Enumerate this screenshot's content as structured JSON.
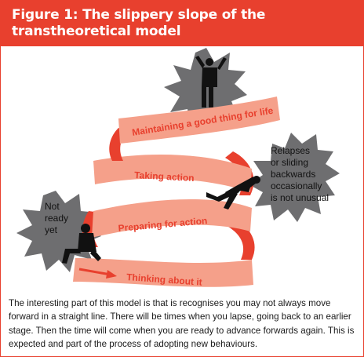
{
  "figure": {
    "title": "Figure 1: The slippery slope of the transtheoretical model",
    "colors": {
      "accent": "#e8402e",
      "ribbon": "#f5a08a",
      "ribbon_dark": "#e8402e",
      "star": "#6e6e70",
      "figure_silhouette": "#111111"
    }
  },
  "diagram": {
    "stages": [
      {
        "label": "Maintaining a good thing for life"
      },
      {
        "label": "Taking action"
      },
      {
        "label": "Preparing for action"
      },
      {
        "label": "Thinking about it"
      }
    ],
    "starbursts": [
      {
        "lines": []
      },
      {
        "lines": [
          "Relapses",
          "or sliding",
          "backwards",
          "occasionally",
          "is not unusual"
        ]
      },
      {
        "lines": [
          "Not",
          "ready",
          "yet"
        ]
      }
    ],
    "arrow_icon": "right-arrow-icon"
  },
  "caption": "The interesting part of this model is that is recognises you may not always move forward in a straight line. There will be times when you lapse, going back to an earlier stage. Then the time will come when you are ready to advance forwards again. This is expected and part of the process of adopting new behaviours."
}
